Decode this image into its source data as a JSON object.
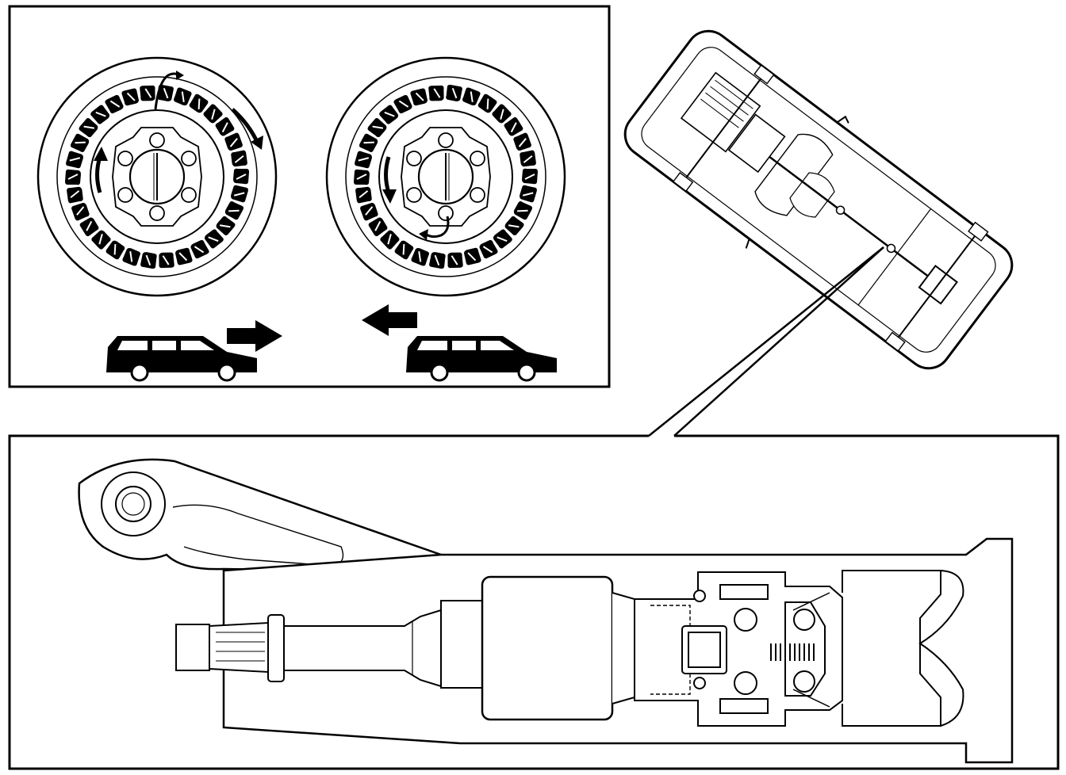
{
  "figure": {
    "type": "technical-illustration",
    "subject": "wheel-and-drivetrain-cutaway",
    "ink_color": "#000000",
    "paper_color": "#ffffff",
    "panels": [
      "wheel-rotation-panel",
      "vehicle-overview",
      "drivetrain-cutaway"
    ]
  },
  "wheel_rotation_panel": {
    "wheels": [
      {
        "direction": "clockwise",
        "vehicle_travel": "forward",
        "arrow": "right-arrow-icon"
      },
      {
        "direction": "counterclockwise",
        "vehicle_travel": "reverse",
        "arrow": "left-arrow-icon"
      }
    ]
  },
  "text": {}
}
